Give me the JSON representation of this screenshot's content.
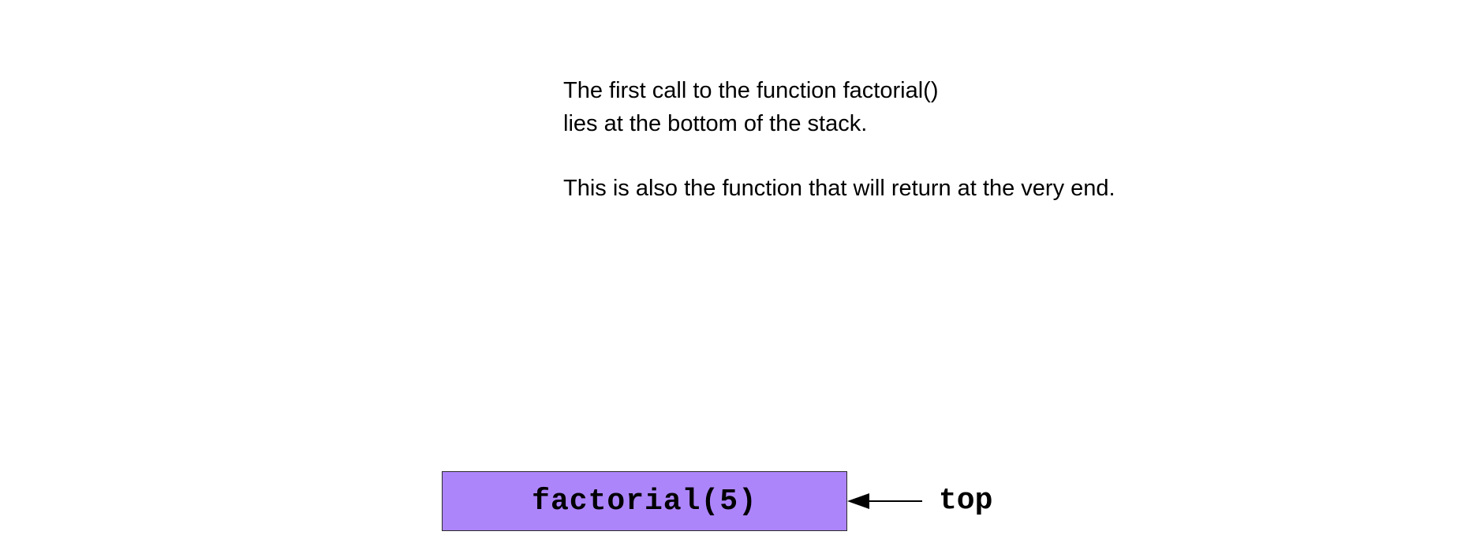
{
  "caption": {
    "line1": "The first call to the function factorial()",
    "line2": "lies at the bottom of the stack.",
    "line3": "This is also the function that will return at the very end."
  },
  "stack": {
    "frames": [
      {
        "label": "factorial(5)"
      }
    ],
    "frame_color": "#ad85fb",
    "pointer_label": "top"
  }
}
